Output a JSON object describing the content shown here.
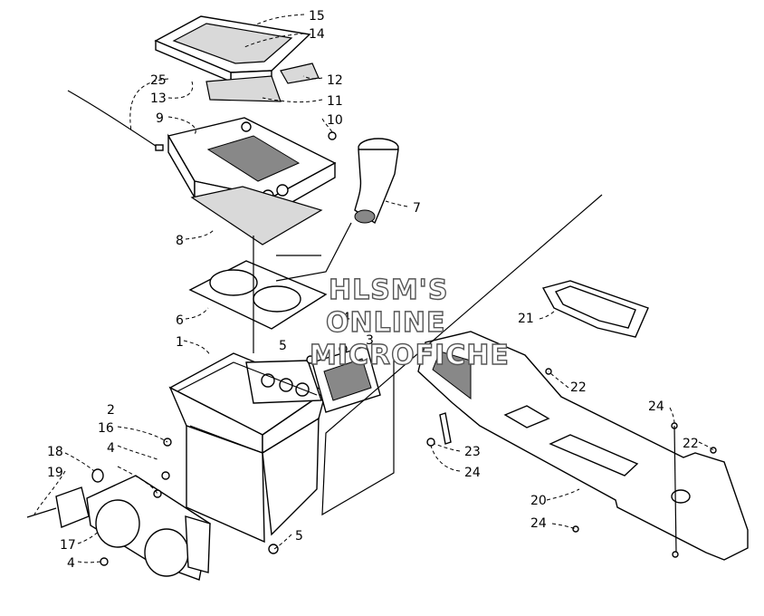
{
  "watermark": {
    "line1": "HLSM'S",
    "line2": "ONLINE",
    "line3": "MICROFICHE"
  },
  "callouts": {
    "c1": "1",
    "c2": "2",
    "c3": "3",
    "c4a": "4",
    "c4b": "4",
    "c4c": "4",
    "c5a": "5",
    "c5b": "5",
    "c6": "6",
    "c7": "7",
    "c8": "8",
    "c9": "9",
    "c10": "10",
    "c11": "11",
    "c12": "12",
    "c13": "13",
    "c14": "14",
    "c15": "15",
    "c16": "16",
    "c17": "17",
    "c18": "18",
    "c19": "19",
    "c20": "20",
    "c21": "21",
    "c22a": "22",
    "c22b": "22",
    "c23": "23",
    "c24a": "24",
    "c24b": "24",
    "c24c": "24",
    "c25": "25"
  }
}
